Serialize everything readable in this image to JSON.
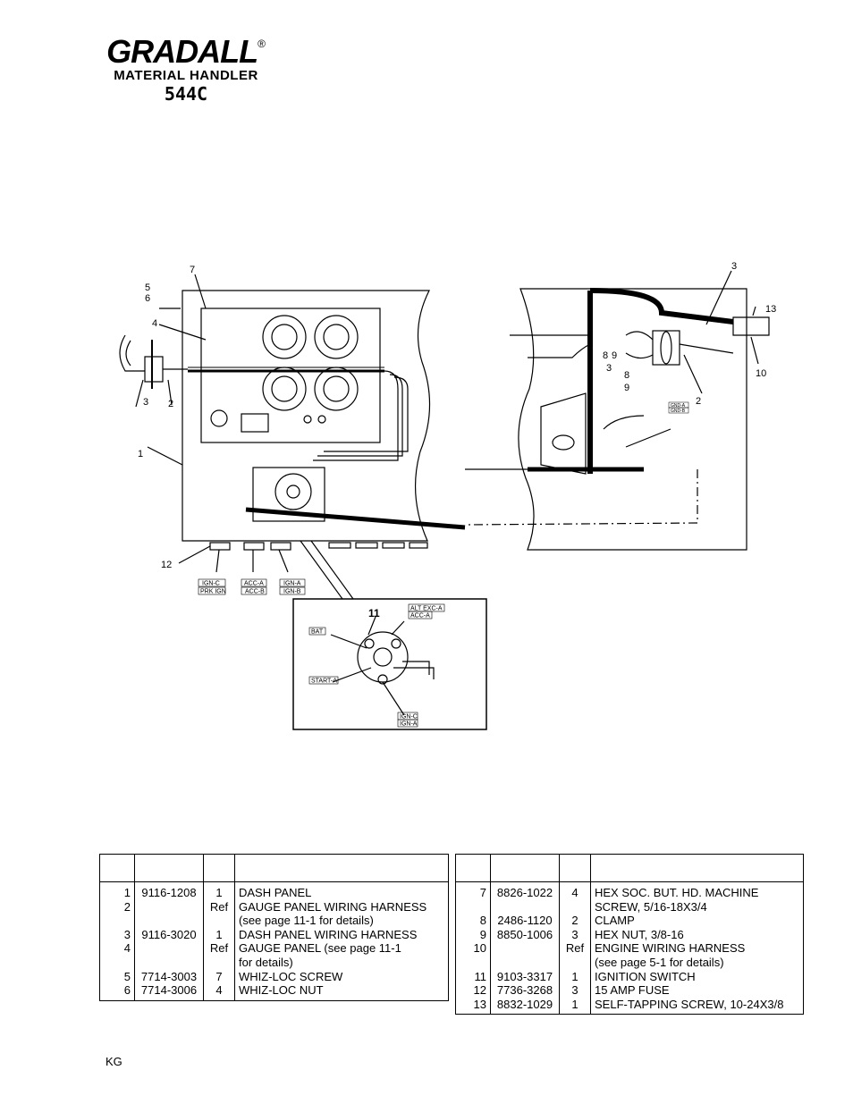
{
  "header": {
    "brand": "GRADALL",
    "registered_mark": "®",
    "subtitle": "MATERIAL HANDLER",
    "model": "544C"
  },
  "diagram": {
    "callouts": [
      "1",
      "2",
      "3",
      "4",
      "5",
      "6",
      "7",
      "8",
      "9",
      "10",
      "11",
      "12",
      "13"
    ],
    "connector_tags": {
      "ign_c": "IGN-C",
      "prk_ign": "PRK IGN",
      "acc_a": "ACC-A",
      "acc_b": "ACC-B",
      "ign_a": "IGN-A",
      "ign_b": "IGN-B",
      "alt_exc_a": "ALT EXC-A",
      "bat": "BAT",
      "start_a": "START-A",
      "gnd_a": "GND-A",
      "gnd_b": "GND-B"
    }
  },
  "parts_table": {
    "left": [
      {
        "item": "1",
        "part": "9116-1208",
        "qty": "1",
        "desc": [
          "DASH PANEL"
        ]
      },
      {
        "item": "2",
        "part": "",
        "qty": "Ref",
        "desc": [
          "GAUGE PANEL WIRING HARNESS",
          "(see page 11-1 for details)"
        ]
      },
      {
        "item": "3",
        "part": "9116-3020",
        "qty": "1",
        "desc": [
          "DASH PANEL WIRING HARNESS"
        ]
      },
      {
        "item": "4",
        "part": "",
        "qty": "Ref",
        "desc": [
          "GAUGE PANEL (see page 11-1",
          "for details)"
        ]
      },
      {
        "item": "5",
        "part": "7714-3003",
        "qty": "7",
        "desc": [
          "WHIZ-LOC SCREW"
        ]
      },
      {
        "item": "6",
        "part": "7714-3006",
        "qty": "4",
        "desc": [
          "WHIZ-LOC NUT"
        ]
      }
    ],
    "right": [
      {
        "item": "7",
        "part": "8826-1022",
        "qty": "4",
        "desc": [
          "HEX SOC. BUT. HD. MACHINE",
          "SCREW, 5/16-18X3/4"
        ]
      },
      {
        "item": "8",
        "part": "2486-1120",
        "qty": "2",
        "desc": [
          "CLAMP"
        ]
      },
      {
        "item": "9",
        "part": "8850-1006",
        "qty": "3",
        "desc": [
          "HEX NUT, 3/8-16"
        ]
      },
      {
        "item": "10",
        "part": "",
        "qty": "Ref",
        "desc": [
          "ENGINE WIRING HARNESS",
          "(see page 5-1 for details)"
        ]
      },
      {
        "item": "11",
        "part": "9103-3317",
        "qty": "1",
        "desc": [
          "IGNITION SWITCH"
        ]
      },
      {
        "item": "12",
        "part": "7736-3268",
        "qty": "3",
        "desc": [
          "15 AMP FUSE"
        ]
      },
      {
        "item": "13",
        "part": "8832-1029",
        "qty": "1",
        "desc": [
          "SELF-TAPPING SCREW, 10-24X3/8"
        ]
      }
    ]
  },
  "footer": {
    "code": "KG"
  }
}
